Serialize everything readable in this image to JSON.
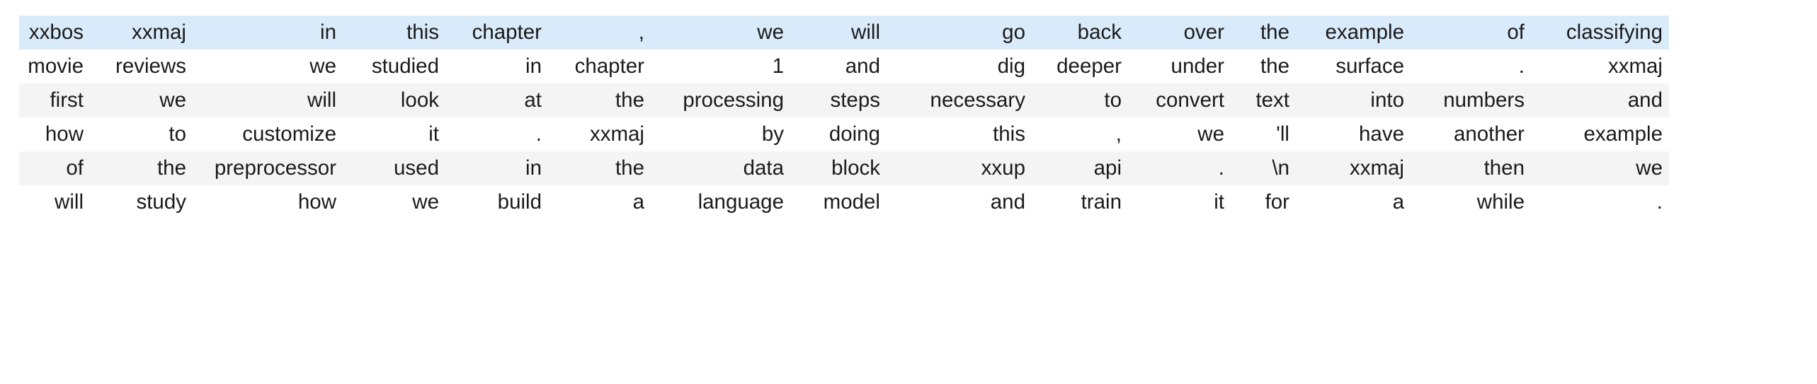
{
  "table": {
    "kind": "tokenized-text-grid",
    "row_count": 6,
    "column_count": 16,
    "colors": {
      "page_background": "#ffffff",
      "row_background_even": "#ffffff",
      "row_background_odd": "#f4f4f4",
      "row_background_highlight": "#d9eafb",
      "text": "#1b1b1b"
    },
    "highlighted_row_index": 0,
    "cell_alignment": "right",
    "rows": [
      {
        "style": "highlight",
        "cells": [
          "xxbos",
          "xxmaj",
          "in",
          "this",
          "chapter",
          ",",
          "we",
          "will",
          "go",
          "back",
          "over",
          "the",
          "example",
          "of",
          "classifying"
        ]
      },
      {
        "style": "even",
        "cells": [
          "movie",
          "reviews",
          "we",
          "studied",
          "in",
          "chapter",
          "1",
          "and",
          "dig",
          "deeper",
          "under",
          "the",
          "surface",
          ".",
          "xxmaj"
        ]
      },
      {
        "style": "odd",
        "cells": [
          "first",
          "we",
          "will",
          "look",
          "at",
          "the",
          "processing",
          "steps",
          "necessary",
          "to",
          "convert",
          "text",
          "into",
          "numbers",
          "and"
        ]
      },
      {
        "style": "even",
        "cells": [
          "how",
          "to",
          "customize",
          "it",
          ".",
          "xxmaj",
          "by",
          "doing",
          "this",
          ",",
          "we",
          "'ll",
          "have",
          "another",
          "example"
        ]
      },
      {
        "style": "odd",
        "cells": [
          "of",
          "the",
          "preprocessor",
          "used",
          "in",
          "the",
          "data",
          "block",
          "xxup",
          "api",
          ".",
          "\\n",
          "xxmaj",
          "then",
          "we"
        ]
      },
      {
        "style": "even",
        "cells": [
          "will",
          "study",
          "how",
          "we",
          "build",
          "a",
          "language",
          "model",
          "and",
          "train",
          "it",
          "for",
          "a",
          "while",
          "."
        ]
      }
    ]
  }
}
